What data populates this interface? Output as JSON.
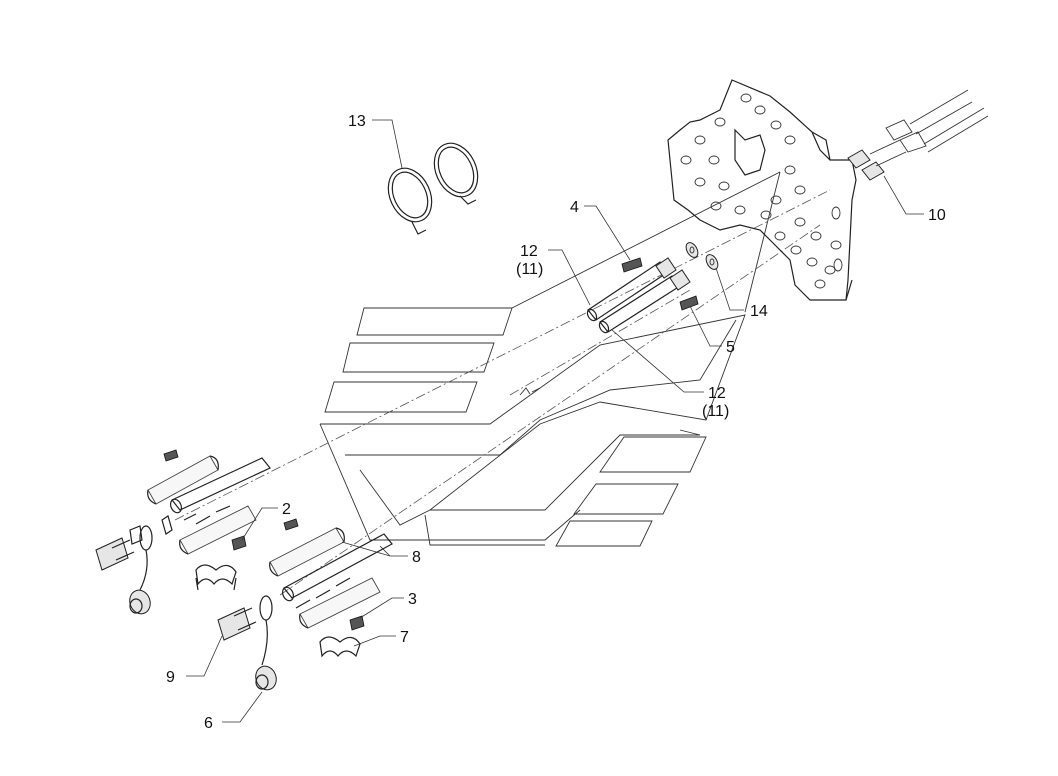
{
  "callouts": {
    "c1": "13",
    "c2": "4",
    "c3": "12",
    "c4": "(11)",
    "c5": "10",
    "c6": "14",
    "c7": "5",
    "c8": "12",
    "c9": "(11)",
    "c10": "2",
    "c11": "8",
    "c12": "3",
    "c13": "7",
    "c14": "9",
    "c15": "6"
  }
}
